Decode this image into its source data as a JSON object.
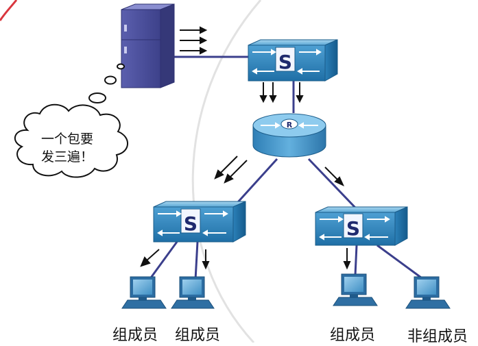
{
  "thought_bubble": {
    "line1": "一个包要",
    "line2": "发三遍！"
  },
  "switch_symbol": "S",
  "router_symbol": "R",
  "hosts": [
    {
      "label": "组成员"
    },
    {
      "label": "组成员"
    },
    {
      "label": "组成员"
    },
    {
      "label": "非组成员"
    }
  ],
  "colors": {
    "server": "#4a4e9a",
    "switch": "#2a7fb2",
    "router": "#3f8fc4",
    "link": "#3b3f8c",
    "arrow": "#111111"
  }
}
